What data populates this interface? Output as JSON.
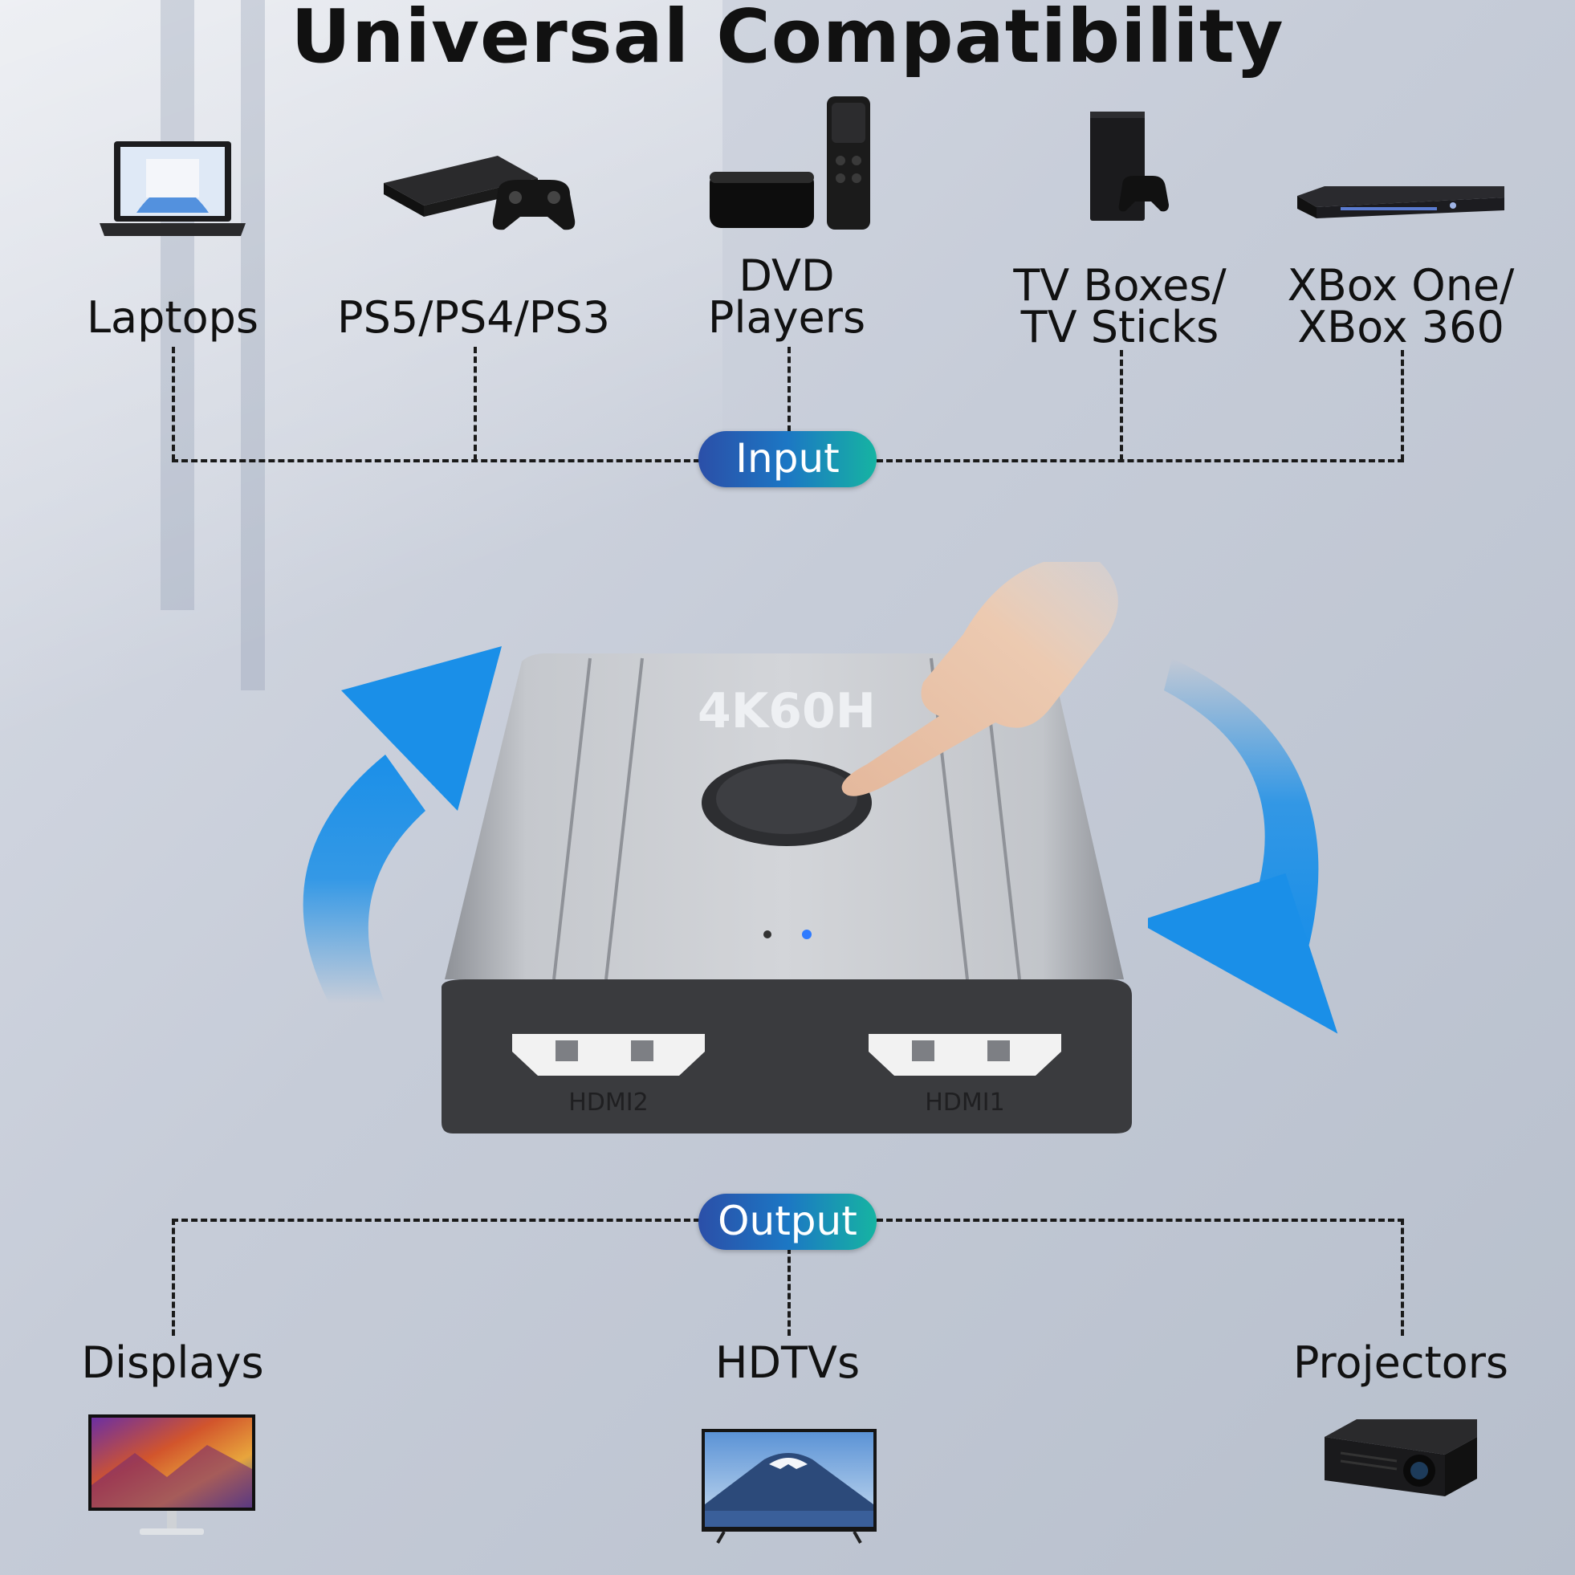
{
  "title": "Universal Compatibility",
  "inputs": [
    {
      "label": "Laptops",
      "icon": "laptop-icon"
    },
    {
      "label": "PS5/PS4/PS3",
      "icon": "game-console-icon"
    },
    {
      "label": "DVD\nPlayers",
      "icon": "streaming-box-icon"
    },
    {
      "label": "TV Boxes/\nTV Sticks",
      "icon": "xbox-series-icon"
    },
    {
      "label": "XBox One/\nXBox 360",
      "icon": "dvd-player-icon"
    }
  ],
  "input_pill": "Input",
  "output_pill": "Output",
  "outputs": [
    {
      "label": "Displays",
      "icon": "monitor-icon"
    },
    {
      "label": "HDTVs",
      "icon": "tv-icon"
    },
    {
      "label": "Projectors",
      "icon": "projector-icon"
    }
  ],
  "switch": {
    "top_text": "4K60H",
    "port_left": "HDMI2",
    "port_right": "HDMI1",
    "body_color": "#b9bcc2",
    "face_color": "#3a3b3e",
    "led_color": "#2f7bff"
  },
  "arrow_color": "#1a8fe8"
}
